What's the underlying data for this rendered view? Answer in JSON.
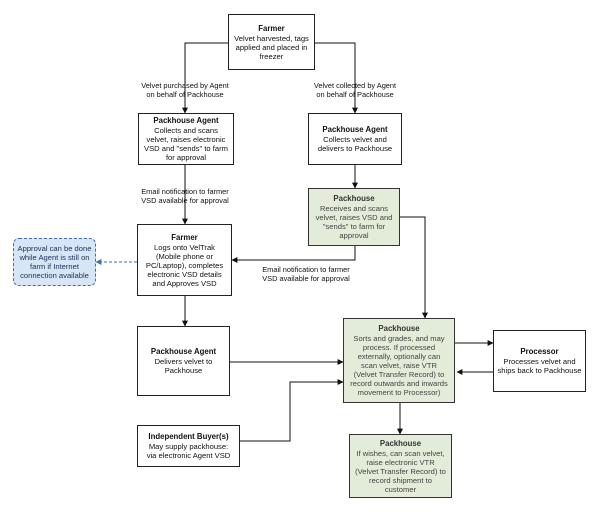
{
  "nodes": {
    "farmer_top": {
      "title": "Farmer",
      "lines": [
        "Velvet harvested, tags",
        "applied and placed in",
        "freezer"
      ]
    },
    "agent_purchase": {
      "title": "Packhouse Agent",
      "lines": [
        "Collects and scans",
        "velvet, raises electronic",
        "VSD and \"sends\" to farm",
        "for approval"
      ]
    },
    "agent_collect": {
      "title": "Packhouse Agent",
      "lines": [
        "Collects velvet and",
        "delivers to Packhouse"
      ]
    },
    "packhouse_receive": {
      "title": "Packhouse",
      "lines": [
        "Receives and scans",
        "velvet, raises VSD and",
        "\"sends\" to farm for",
        "approval"
      ]
    },
    "farmer_approve": {
      "title": "Farmer",
      "lines": [
        "Logs onto VelTrak",
        "(Mobile phone or",
        "PC/Laptop), completes",
        "electronic VSD details",
        "and Approves VSD"
      ]
    },
    "note_approval": {
      "title": "",
      "lines": [
        "Approval can be done",
        "while Agent is still on",
        "farm if Internet",
        "connection available"
      ]
    },
    "agent_deliver": {
      "title": "Packhouse Agent",
      "lines": [
        "Delivers velvet to",
        "Packhouse"
      ]
    },
    "packhouse_sort": {
      "title": "Packhouse",
      "lines": [
        "Sorts and grades, and may",
        "process. If processed",
        "externally, optionally can",
        "scan velvet, raise VTR",
        "(Velvet Transfer Record) to",
        "record outwards and inwards",
        "movement to Processor)"
      ]
    },
    "processor": {
      "title": "Processor",
      "lines": [
        "Processes velvet and",
        "ships back to Packhouse"
      ]
    },
    "buyer": {
      "title": "Independent Buyer(s)",
      "lines": [
        "May supply packhouse:",
        "via electronic Agent VSD"
      ]
    },
    "packhouse_ship": {
      "title": "Packhouse",
      "lines": [
        "If wishes, can scan velvet,",
        "raise electronic VTR",
        "(Velvet Transfer Record) to",
        "record shipment to",
        "customer"
      ]
    }
  },
  "edge_labels": {
    "purchased": [
      "Velvet purchased by Agent",
      "on behalf of Packhouse"
    ],
    "collected": [
      "Velvet collected by Agent",
      "on behalf of Packhouse"
    ],
    "email_left": [
      "Email notification to farmer",
      "VSD available for approval"
    ],
    "email_right": [
      "Email notification to farmer",
      "VSD available for approval"
    ]
  }
}
